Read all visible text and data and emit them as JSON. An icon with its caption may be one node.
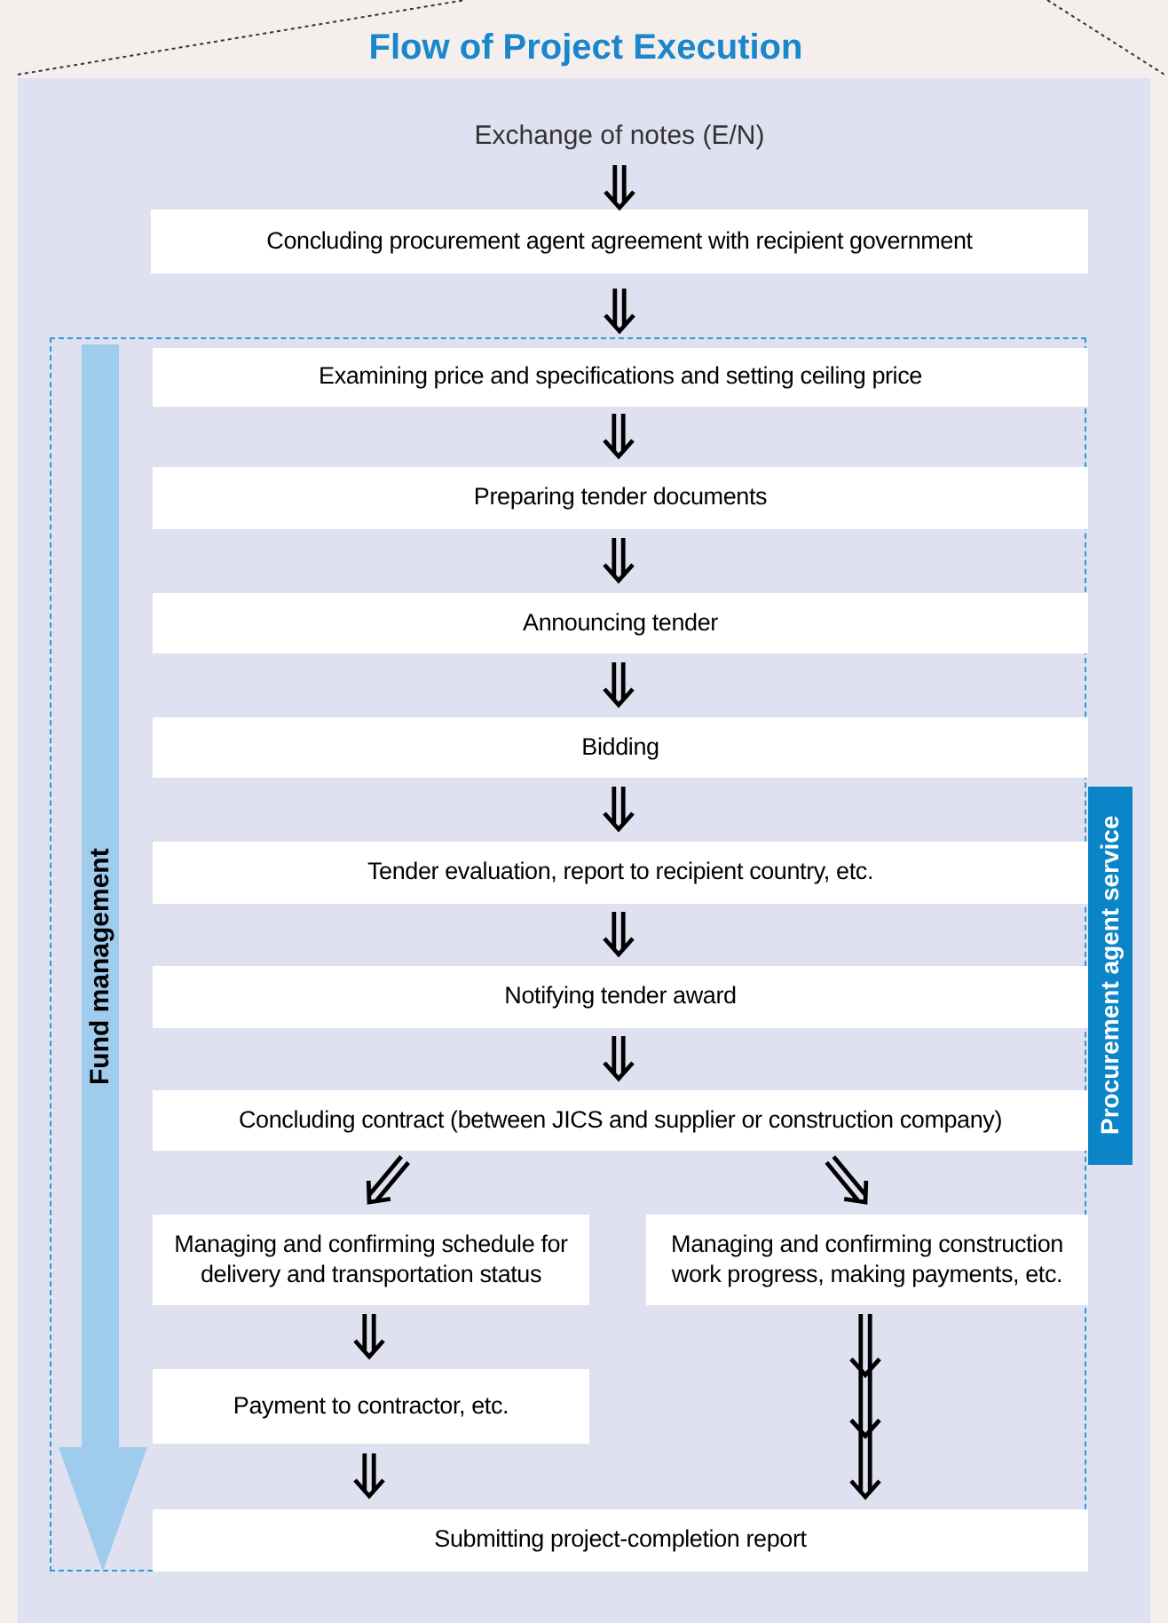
{
  "diagram": {
    "title": "Flow of Project Execution",
    "nodes": [
      {
        "text": [
          "Exchange of notes (E/N)"
        ]
      },
      {
        "text": [
          "Concluding procurement agent agreement with recipient government"
        ]
      },
      {
        "text": [
          "Procurement agent service"
        ]
      },
      {
        "text": [
          "Fund management"
        ],
        "in": 2
      },
      {
        "text": [
          "Examining price and specifications and setting ceiling price"
        ],
        "in": 2
      },
      {
        "text": [
          "Preparing tender documents"
        ],
        "in": 2
      },
      {
        "text": [
          "Announcing tender"
        ],
        "in": 2
      },
      {
        "text": [
          "Bidding"
        ],
        "in": 2
      },
      {
        "text": [
          "Tender evaluation, report to recipient country, etc."
        ],
        "in": 2
      },
      {
        "text": [
          "Notifying tender award"
        ],
        "in": 2
      },
      {
        "text": [
          "Concluding contract (between JICS and supplier or construction company)"
        ],
        "in": 2
      },
      {
        "text": [
          "Managing and confirming schedule for delivery and transportation status"
        ],
        "in": 2
      },
      {
        "text": [
          "Managing and confirming construction work progress, making payments, etc."
        ],
        "in": 2
      },
      {
        "text": [
          "Payment to contractor, etc."
        ],
        "in": 2
      },
      {
        "text": [
          "Submitting project-completion report"
        ],
        "in": 2
      }
    ],
    "edges": [
      {
        "from": 0,
        "to": 1,
        "arrow": "to"
      },
      {
        "from": 1,
        "to": 4,
        "arrow": "to"
      },
      {
        "from": 4,
        "to": 5,
        "arrow": "to"
      },
      {
        "from": 5,
        "to": 6,
        "arrow": "to"
      },
      {
        "from": 6,
        "to": 7,
        "arrow": "to"
      },
      {
        "from": 7,
        "to": 8,
        "arrow": "to"
      },
      {
        "from": 8,
        "to": 9,
        "arrow": "to"
      },
      {
        "from": 9,
        "to": 10,
        "arrow": "to"
      },
      {
        "from": 10,
        "to": 11,
        "arrow": "to"
      },
      {
        "from": 10,
        "to": 12,
        "arrow": "to"
      },
      {
        "from": 11,
        "to": 13,
        "arrow": "to"
      },
      {
        "from": 13,
        "to": 14,
        "arrow": "to"
      },
      {
        "from": 12,
        "to": 14,
        "arrow": "to"
      }
    ]
  }
}
